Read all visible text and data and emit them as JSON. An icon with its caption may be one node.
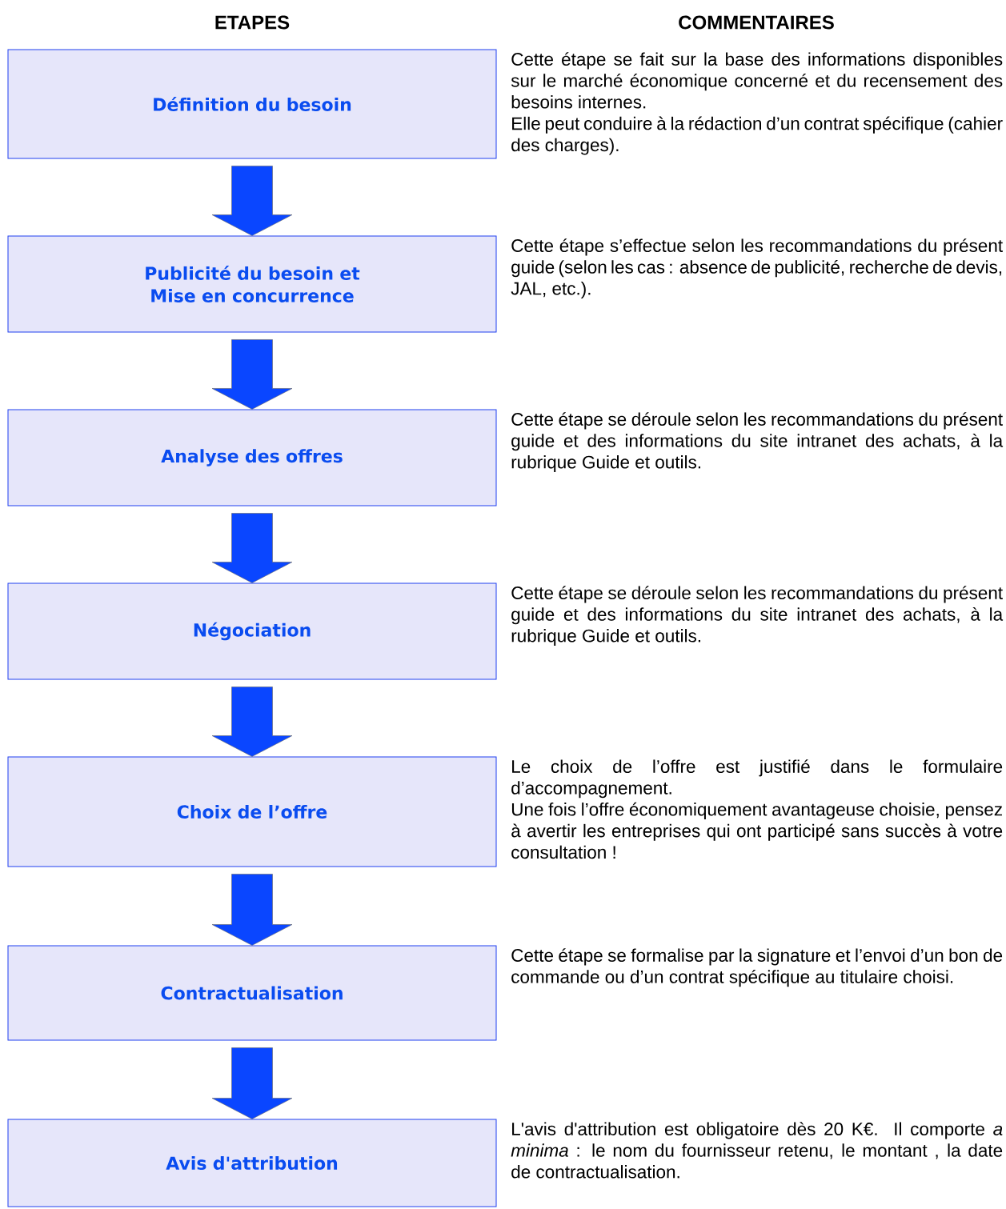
{
  "diagram": {
    "nodes": [
      {
        "text": [
          "Définition du besoin"
        ],
        "beside": [
          "Cette étape se fait sur la base des informations disponibles sur le marché économique concerné et du recensement des besoins internes.",
          "Elle peut conduire à la rédaction d’un contrat spécifique (cahier des charges)."
        ]
      },
      {
        "text": [
          "Publicité du besoin et Mise en concurrence"
        ],
        "beside": [
          "Cette étape s’effectue selon les recommandations du présent guide (selon les cas : absence de publicité, recherche de devis, JAL, etc.)."
        ]
      },
      {
        "text": [
          "Analyse des offres"
        ],
        "beside": [
          "Cette étape se déroule selon les recommandations du présent guide et des informations du site intranet des achats, à la rubrique Guide et outils."
        ]
      },
      {
        "text": [
          "Négociation"
        ],
        "beside": [
          "Cette étape se déroule selon les recommandations du présent guide et des informations du site intranet des achats, à la rubrique Guide et outils."
        ]
      },
      {
        "text": [
          "Choix de l’offre"
        ],
        "beside": [
          "Le choix de l’offre est justifié dans le formulaire d’accompagnement.",
          "Une fois l’offre économiquement avantageuse choisie, pensez à avertir les entreprises qui ont participé sans succès à votre consultation !"
        ]
      },
      {
        "text": [
          "Contractualisation"
        ],
        "beside": [
          "Cette étape se formalise par la signature et l’envoi d’un bon de commande ou d’un contrat spécifique au titulaire choisi."
        ]
      },
      {
        "text": [
          "Avis d'attribution"
        ],
        "beside": [
          "L'avis d'attribution est obligatoire dès 20 K€. Il comporte *a minima* : le nom du fournisseur retenu, le montant , la date de contractualisation."
        ]
      }
    ],
    "edges": [
      {
        "from": 0,
        "to": 1,
        "arrow": "to"
      },
      {
        "from": 1,
        "to": 2,
        "arrow": "to"
      },
      {
        "from": 2,
        "to": 3,
        "arrow": "to"
      },
      {
        "from": 3,
        "to": 4,
        "arrow": "to"
      },
      {
        "from": 4,
        "to": 5,
        "arrow": "to"
      },
      {
        "from": 5,
        "to": 6,
        "arrow": "to"
      }
    ],
    "labels": [
      "ETAPES",
      "COMMENTAIRES"
    ]
  }
}
